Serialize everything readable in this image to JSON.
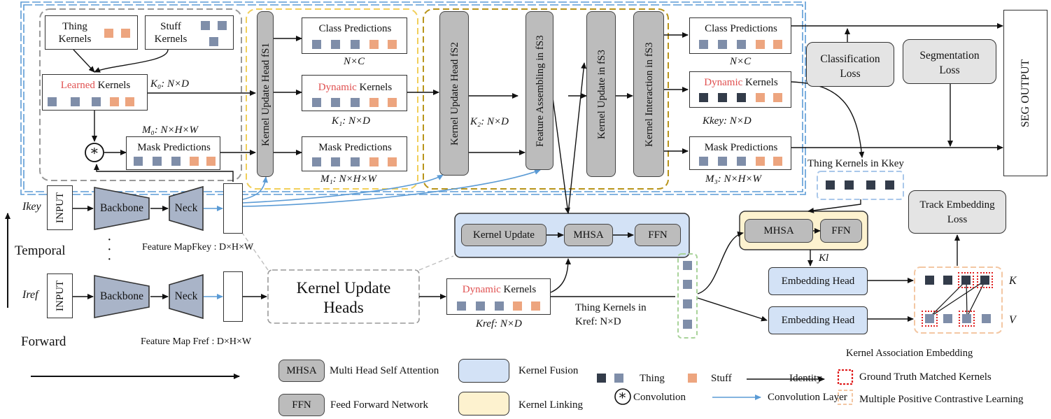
{
  "title": "",
  "nodes": {
    "thing_kernels": "Thing\nKernels",
    "stuff_kernels": "Stuff\nKernels",
    "learned_kernels_red": "Learned",
    "learned_kernels_rest": " Kernels",
    "k0": "K₀:  N×D",
    "m0": "M₀:  N×H×W",
    "mask_predictions": "Mask Predictions",
    "class_predictions": "Class Predictions",
    "dynamic_red": "Dynamic",
    "kernels_rest": " Kernels",
    "nc": "N×C",
    "k1": "K₁:  N×D",
    "m1": "M₁:  N×H×W",
    "kuh_fs1": "Kernel Update Head fS1",
    "kuh_fs2": "Kernel Update Head fS2",
    "k2": "K₂:  N×D",
    "feat_assembling": "Feature Assembling in fS3",
    "kernel_update_fs3": "Kernel Update in fS3",
    "kernel_interaction_fs3": "Kernel Interaction in fS3",
    "class_predictions_2": "Class Predictions",
    "nc_2": "N×C",
    "kkey": "Kkey:  N×D",
    "mask_predictions_2": "Mask Predictions",
    "m3": "M₃:  N×H×W",
    "classification_loss": "Classification\nLoss",
    "segmentation_loss": "Segmentation\nLoss",
    "seg_output": "SEG OUTPUT",
    "thing_kernels_in_kkey": "Thing Kernels in Kkey",
    "ikey": "Ikey",
    "iref": "Iref",
    "input": "INPUT",
    "backbone": "Backbone",
    "neck": "Neck",
    "temporal": "Temporal",
    "forward": "Forward",
    "feature_map_key": "Feature MapFkey : D×H×W",
    "feature_map_ref": "Feature Map Fref : D×H×W",
    "kernel_update_heads": "Kernel Update\nHeads",
    "kernel_update": "Kernel Update",
    "mhsa": "MHSA",
    "ffn": "FFN",
    "kref": "Kref:  N×D",
    "thing_kernels_in_kref": "Thing Kernels in\nKref:  N×D",
    "kl": "Kl",
    "embedding_head": "Embedding Head",
    "track_embedding_loss": "Track Embedding\nLoss",
    "k_label": "K",
    "v_label": "V",
    "kernel_association_embedding": "Kernel Association Embedding"
  },
  "legend": {
    "mhsa_key": "MHSA",
    "mhsa_desc": "Multi Head Self Attention",
    "ffn_key": "FFN",
    "ffn_desc": "Feed Forward Network",
    "kernel_fusion": "Kernel Fusion",
    "kernel_linking": "Kernel Linking",
    "thing": "Thing",
    "stuff": "Stuff",
    "identity": "Identity",
    "convolution": "Convolution",
    "convolution_layer": "Convolution Layer",
    "gt_matched": "Ground Truth Matched Kernels",
    "mpcl": "Multiple Positive Contrastive Learning"
  },
  "colors": {
    "thing_kernel": "#7f8ea9",
    "thing_kernel_dark": "#333c4a",
    "stuff_kernel": "#eda57f",
    "kernel_fusion": "#d3e2f6",
    "kernel_linking": "#fdf2cf",
    "conv_layer_arrow": "#5b9bd5",
    "gt_matched": "#e02020",
    "accent_text": "#e05050"
  }
}
